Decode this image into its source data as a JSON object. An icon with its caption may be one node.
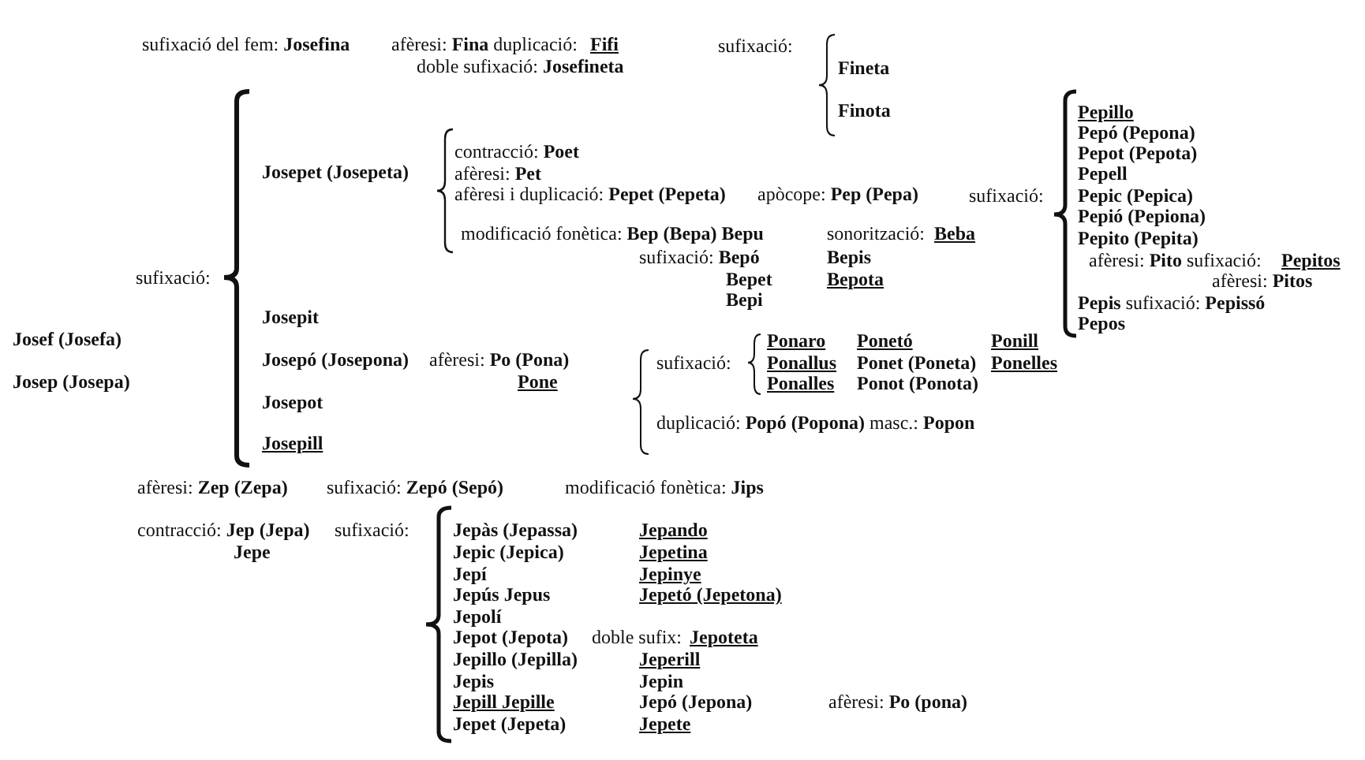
{
  "diagram": {
    "labels": [
      "sufixació del fem: **Josefina**",
      "afèresi: **Fina**  duplicació:",
      "Fifi",
      "doble sufixació: **Josefineta**",
      "sufixació:",
      "Fineta",
      "Finota",
      "Josepet (Josepeta)",
      "contracció: **Poet**",
      "afèresi: **Pet**",
      "afèresi i duplicació: **Pepet (Pepeta)**",
      "apòcope: **Pep (Pepa)**",
      "sufixació:",
      "Pepillo",
      "Pepó (Pepona)",
      "Pepot (Pepota)",
      "Pepell",
      "Pepic (Pepica)",
      "Pepió (Pepiona)",
      "Pepito (Pepita)",
      "afèresi: **Pito** sufixació:",
      "Pepitos",
      "afèresi: **Pitos**",
      "**Pepis** sufixació: **Pepissó**",
      "Pepos",
      "modificació fonètica: **Bep (Bepa) Bepu**",
      "sonorització:",
      "Beba",
      "sufixació: **Bepó**",
      "Bepis",
      "Bepet",
      "Bepota",
      "Bepi",
      "sufixació:",
      "Josepit",
      "Josef (Josefa)",
      "Josepó (Josepona)",
      "afèresi: **Po (Pona)**",
      "Josep (Josepa)",
      "Pone",
      "Josepot",
      "Josepill",
      "Ponaro",
      "Ponetó",
      "Ponill",
      "sufixació:",
      "Ponallus",
      "Ponet (Poneta)",
      "Ponelles",
      "Ponalles",
      "Ponot (Ponota)",
      "duplicació: **Popó (Popona)**  masc.: **Popon**",
      "afèresi: **Zep (Zepa)**",
      "sufixació: **Zepó (Sepó)**",
      "modificació fonètica: **Jips**",
      "contracció: **Jep (Jepa)**",
      "sufixació:",
      "Jepe",
      "Jepàs (Jepassa)",
      "Jepando",
      "Jepic (Jepica)",
      "Jepetina",
      "Jepí",
      "Jepinye",
      "Jepús  Jepus",
      "Jepetó (Jepetona)",
      "Jepolí",
      "Jepot (Jepota)",
      "doble sufix:",
      "Jepoteta",
      "Jepillo (Jepilla)",
      "Jeperill",
      "Jepis",
      "Jepin",
      "Jepill Jepille",
      "Jepó (Jepona)",
      "afèresi: **Po (pona)**",
      "Jepet (Jepeta)",
      "Jepete"
    ]
  }
}
